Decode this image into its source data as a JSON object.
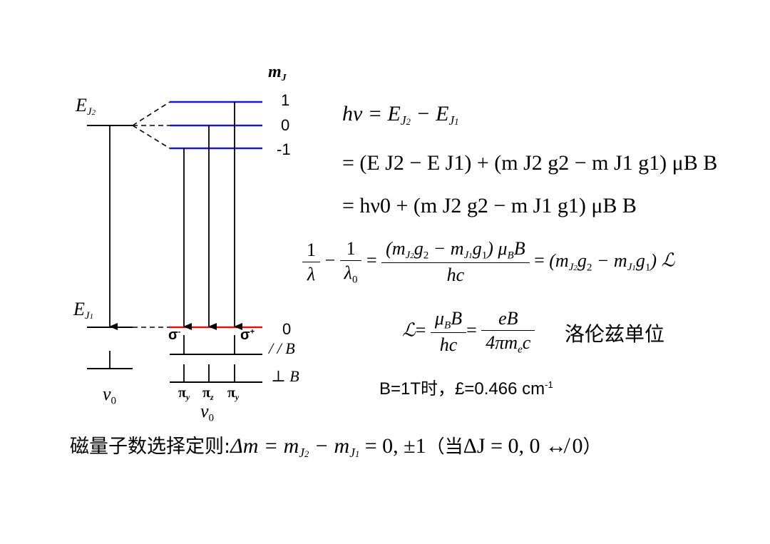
{
  "diagram": {
    "mj_header": "m",
    "mj_header_sub": "J",
    "upper_level": {
      "symbol": "E",
      "sub": "J",
      "sub2": "2"
    },
    "lower_level": {
      "symbol": "E",
      "sub": "J",
      "sub2": "1"
    },
    "mj_upper": [
      "1",
      "0",
      "-1"
    ],
    "mj_lower": "0",
    "sigma_minus": "σ",
    "sigma_minus_sup": "-",
    "sigma_plus": "σ",
    "sigma_plus_sup": "+",
    "parallel_label": "/ / B",
    "perp_label": "⊥ B",
    "pi_y": "π",
    "pi_y_sub": "y",
    "pi_z": "π",
    "pi_z_sub": "z",
    "nu0_left": "ν",
    "nu0_left_sub": "0",
    "nu0_right": "ν",
    "nu0_right_sub": "0",
    "colors": {
      "upper_sublevels": "#1a1acc",
      "lower_sublevel": "#dd1111",
      "lines": "#000000"
    }
  },
  "equations": {
    "eq1": {
      "lhs": "hν = E",
      "sub_a": "J",
      "sub_a2": "2",
      "mid": " − E",
      "sub_b": "J",
      "sub_b2": "1"
    },
    "eq2": "= (E J2 − E J1) + (m J2 g2 − m J1 g1) μB B",
    "eq3": "= hν0 + (m J2 g2 − m J1 g1) μB B",
    "eq4_right_symbol": "ℒ",
    "eq5_symbol": "ℒ",
    "eq5_frac1_num": "μ",
    "eq5_frac1_num_sub": "B",
    "eq5_frac1_num_rest": "B",
    "eq5_frac1_den": "hc",
    "eq5_frac2_num": "eB",
    "eq5_frac2_den": "4πm",
    "eq5_frac2_den_sub": "e",
    "eq5_frac2_den_rest": "c",
    "lorentz_unit": "洛伦兹单位",
    "b_value_text": "B=1T时，£=0.466 cm",
    "b_value_sup": "-1"
  },
  "selection_rule": {
    "prefix": "磁量子数选择定则:",
    "formula": "Δm = m",
    "j2": "J",
    "j2_sub": "2",
    "minus": " − m",
    "j1": "J",
    "j1_sub": "1",
    "result": " = 0, ±1",
    "paren_open": "（当",
    "condition": "ΔJ = 0, 0 ↮ 0",
    "paren_close": "）"
  }
}
